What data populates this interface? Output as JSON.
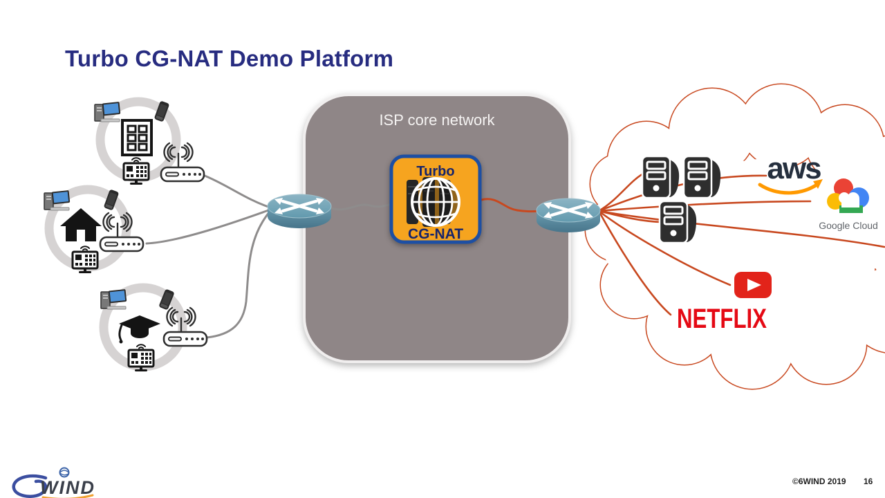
{
  "slide": {
    "title": "Turbo CG-NAT Demo Platform",
    "footer": {
      "copyright": "©6WIND 2019",
      "page_number": "16"
    },
    "brand_logo": {
      "wordmark": "WIND",
      "underline_color": "#f0a030",
      "mark_color": "#3b4ea0"
    }
  },
  "access_network": {
    "sites": [
      {
        "id": "enterprise",
        "main_icon": "office-building-icon",
        "devices": [
          "desktop-pc-icon",
          "smartphone-icon",
          "wifi-icon",
          "smart-tv-icon",
          "home-router-icon"
        ]
      },
      {
        "id": "home",
        "main_icon": "house-icon",
        "devices": [
          "desktop-pc-icon",
          "smartphone-icon",
          "wifi-icon",
          "smart-tv-icon",
          "home-router-icon"
        ]
      },
      {
        "id": "school",
        "main_icon": "graduation-cap-icon",
        "devices": [
          "desktop-pc-icon",
          "smartphone-icon",
          "wifi-icon",
          "smart-tv-icon",
          "home-router-icon"
        ]
      }
    ]
  },
  "core": {
    "isp_label": "ISP core network",
    "badge": {
      "line1": "Turbo",
      "line2": "CG-NAT",
      "icon": "globe-servers-icon"
    },
    "routers": [
      "edge-router-left",
      "edge-router-right"
    ]
  },
  "internet_cloud": {
    "servers_count": 3,
    "aws_label": "aws",
    "google_cloud_label": "Google Cloud",
    "netflix_label": "NETFLIX",
    "youtube_icon": "youtube-play-icon"
  },
  "colors": {
    "title": "#272c80",
    "isp_box": "#8f8687",
    "isp_text": "#f5f3f2",
    "badge_bg": "#f6a41f",
    "badge_border": "#1d4fa3",
    "badge_text": "#16246b",
    "ring_gray": "#d6d3d3",
    "line_gray": "#8e8c8c",
    "line_orange": "#c8481f",
    "router_teal": "#6d9db0",
    "server_dark": "#2e2e2e",
    "aws_dark": "#252f3e",
    "aws_orange": "#ff9900",
    "youtube_red": "#e2231a",
    "netflix_red": "#e50914",
    "gcp_blue": "#4285f4",
    "gcp_red": "#ea4335",
    "gcp_yellow": "#fbbc05",
    "gcp_green": "#34a853",
    "gcloud_text_gray": "#5f6368"
  }
}
